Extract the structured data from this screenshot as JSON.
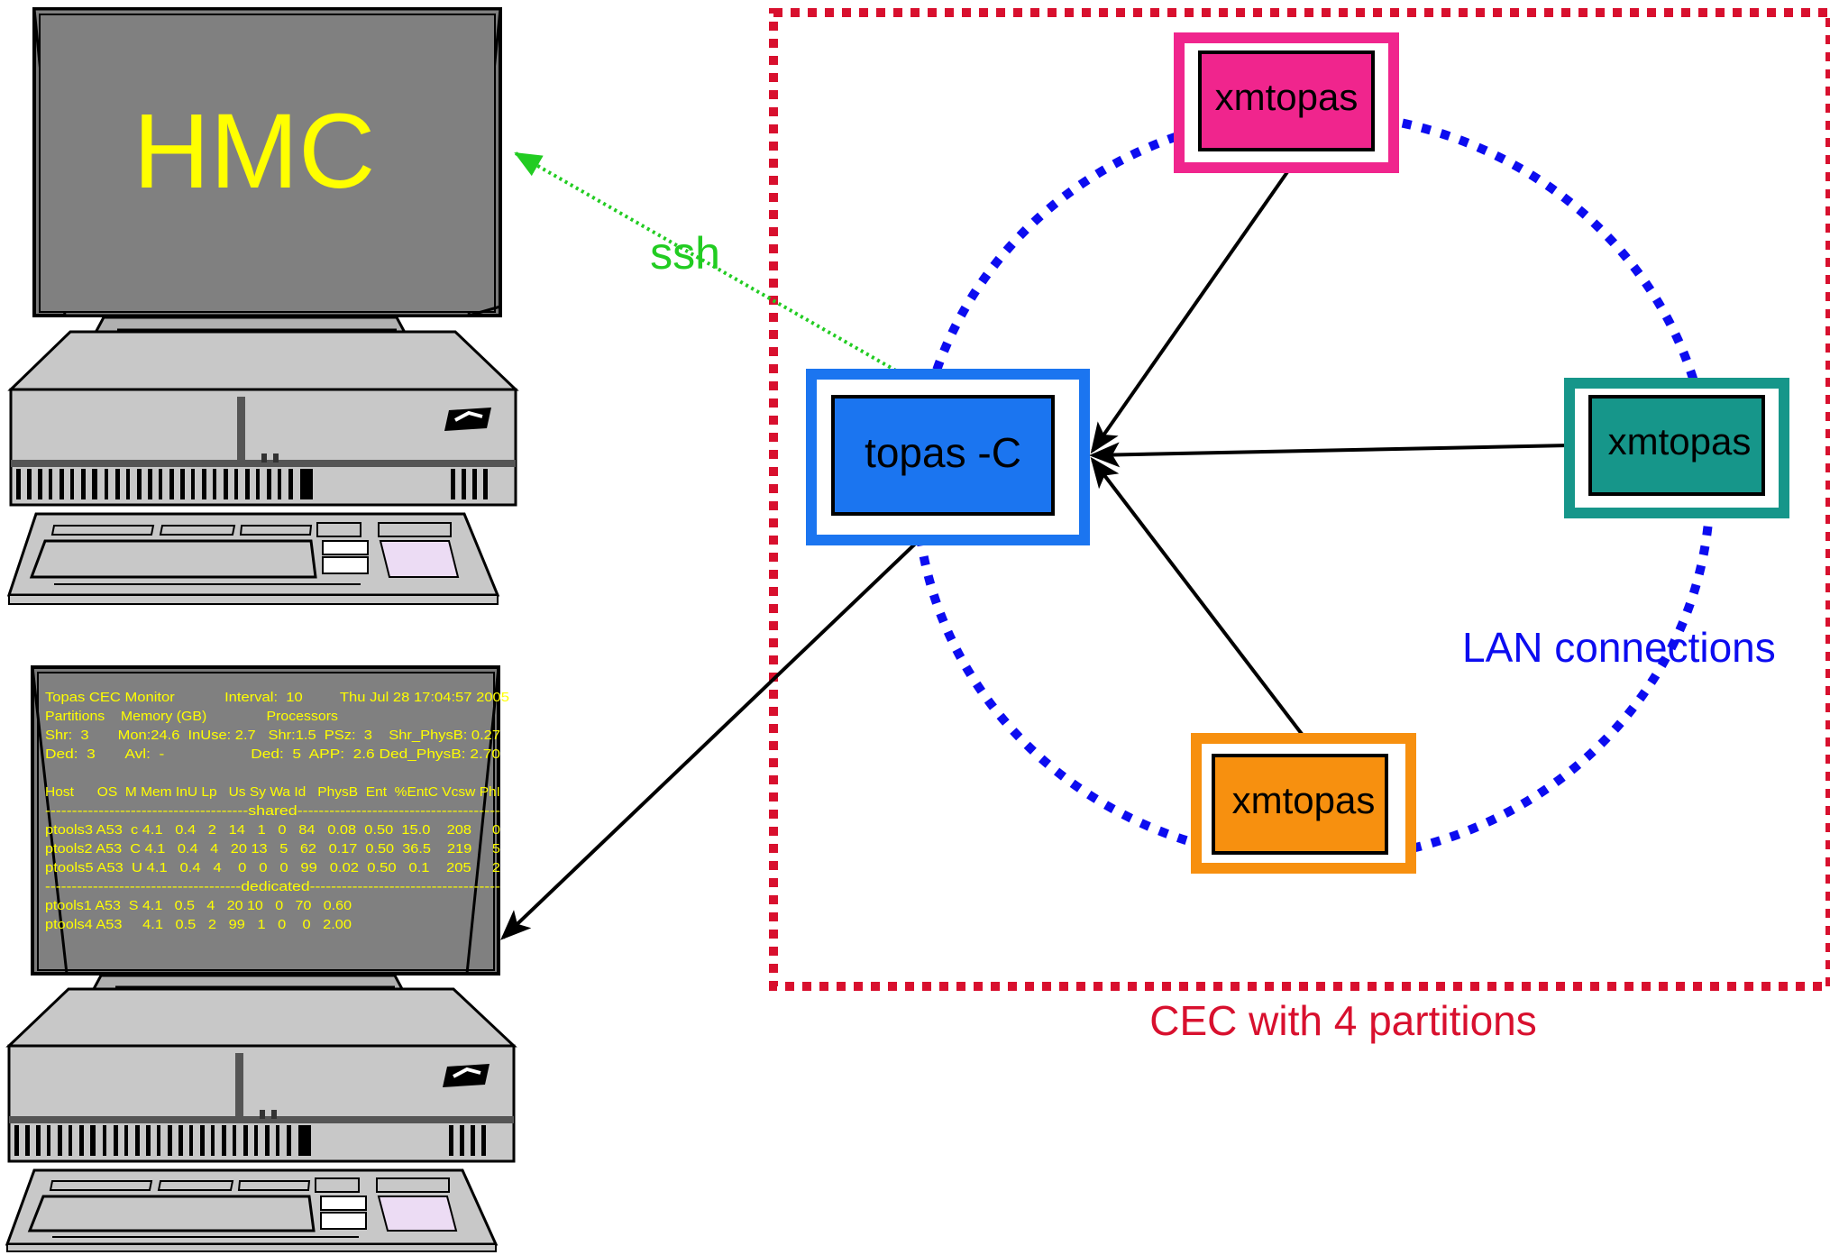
{
  "hmc": {
    "label": "HMC"
  },
  "ssh_label": "ssh",
  "cec_label": "CEC with 4 partitions",
  "lan_label": "LAN connections",
  "nodes": {
    "central": "topas -C",
    "top": "xmtopas",
    "right": "xmtopas",
    "bottom": "xmtopas"
  },
  "colors": {
    "hmc_text": "#ffff00",
    "ssh": "#22cc22",
    "cec_border": "#d8102e",
    "lan": "#0c0cf0",
    "central_fill": "#1b75f0",
    "top_fill": "#f0258d",
    "right_fill": "#16968a",
    "bottom_fill": "#f7900f",
    "monitor_text": "#ffff00"
  },
  "monitor": {
    "lines": [
      "Topas CEC Monitor            Interval:  10         Thu Jul 28 17:04:57 2005",
      "Partitions    Memory (GB)               Processors",
      "Shr:  3       Mon:24.6  InUse: 2.7   Shr:1.5  PSz:  3    Shr_PhysB: 0.27",
      "Ded:  3       Avl:  -                    Ded:  5  APP:  2.6 Ded_PhysB: 2.70",
      "",
      "Host      OS  M Mem InU Lp   Us Sy Wa Id   PhysB  Ent  %EntC Vcsw PhI",
      "--------------------------------------shared--------------------------------------",
      "ptools3 A53  c 4.1   0.4   2   14   1   0   84   0.08  0.50  15.0    208     0",
      "ptools2 A53  C 4.1   0.4   4   20 13   5   62   0.17  0.50  36.5    219     5",
      "ptools5 A53  U 4.1   0.4   4    0   0   0   99   0.02  0.50   0.1    205     2",
      "-------------------------------------dedicated------------------------------------",
      "ptools1 A53  S 4.1   0.5   4   20 10   0   70   0.60",
      "ptools4 A53     4.1   0.5   2   99   1   0    0   2.00"
    ]
  }
}
